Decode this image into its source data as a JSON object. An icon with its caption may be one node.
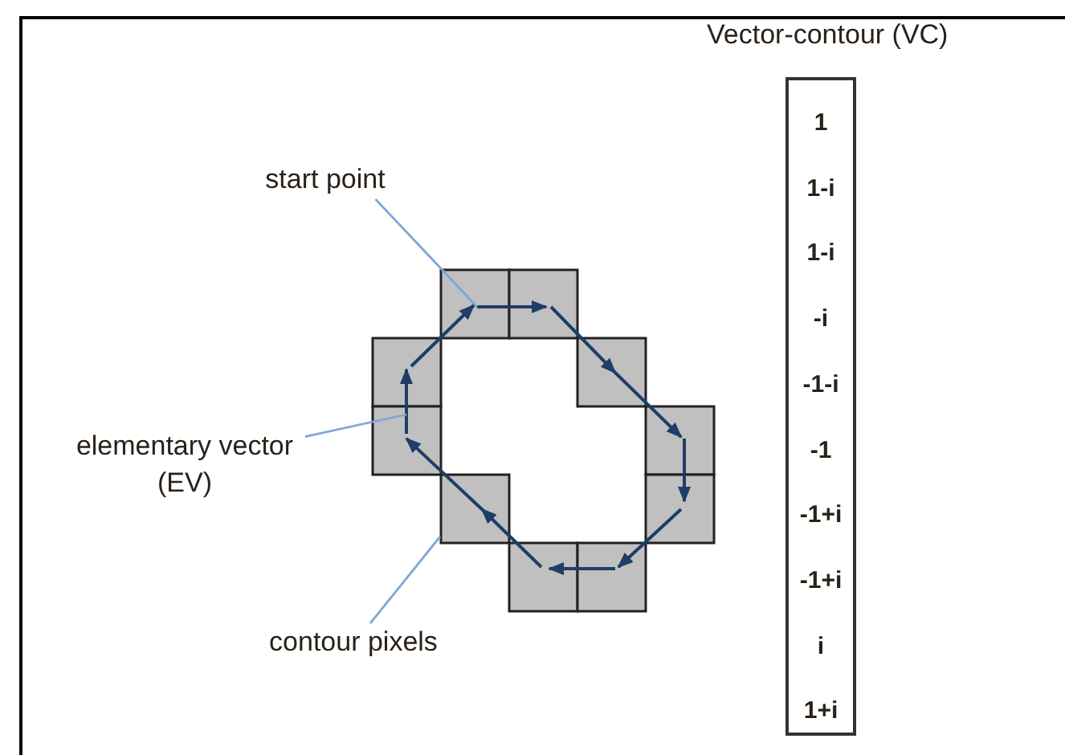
{
  "diagram": {
    "nodes": [
      {
        "text": [
          "start point"
        ]
      },
      {
        "text": [
          "elementary vector (EV)"
        ]
      },
      {
        "text": [
          "contour pixels"
        ]
      },
      {
        "text": [
          "Vector-contour (VC)",
          "1",
          "1-i",
          "1-i",
          "-i",
          "-1-i",
          "-1",
          "-1+i",
          "-1+i",
          "i",
          "1+i"
        ]
      },
      {
        "text": [],
        "shape": "picture"
      }
    ],
    "edges": [
      {
        "from": 0,
        "to": 4,
        "arrow": "none"
      },
      {
        "from": 1,
        "to": 4,
        "arrow": "none"
      },
      {
        "from": 2,
        "to": 4,
        "arrow": "none"
      }
    ]
  }
}
